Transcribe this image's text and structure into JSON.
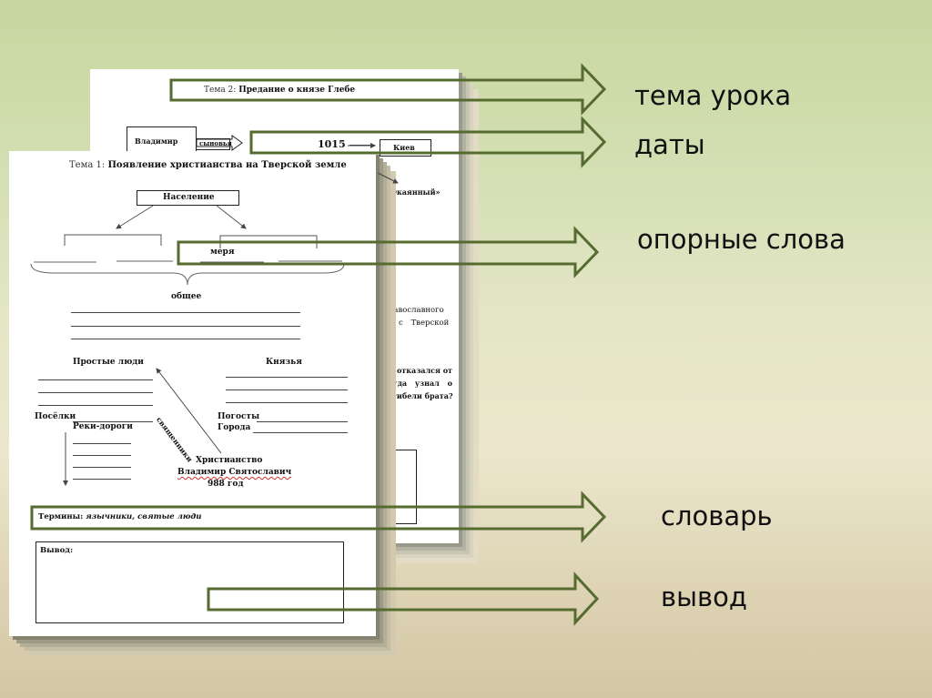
{
  "slide": {
    "accent_color": "#556b2f",
    "labels": {
      "topic": "тема урока",
      "dates": "даты",
      "keywords": "опорные слова",
      "glossary": "словарь",
      "conclusion": "вывод"
    }
  },
  "worksheet_back": {
    "title_prefix": "Тема 2:",
    "title": "Предание о князе Глебе",
    "vladimir_box": "Владимир",
    "sons_arrow": "сыновья",
    "year": "1015",
    "kiev_box": "Киев",
    "okayanny": "«Окаянный»",
    "question_mark": "?",
    "text_line_1": "го православного",
    "text_line_2": "ного с Тверской",
    "question_line_1": "еб не отказался от",
    "question_line_2": ", когда узнал о",
    "question_line_3": "да и гибели брата?"
  },
  "worksheet_front": {
    "title_prefix": "Тема 1:",
    "title": "Появление христианства на Тверской земле",
    "population_box": "Население",
    "merya": "меря",
    "common": "общее",
    "common_people": "Простые люди",
    "princes": "Князья",
    "settlements": "Посёлки",
    "rivers_roads": "Реки-дороги",
    "pogosts": "Погосты",
    "cities": "Города",
    "priests": "священники",
    "christianity": "Христианство",
    "vladimir": "Владимир Святославич",
    "year": "988 год",
    "terms_label": "Термины:",
    "terms_values": "язычники, святые люди",
    "conclusion_label": "Вывод:"
  }
}
